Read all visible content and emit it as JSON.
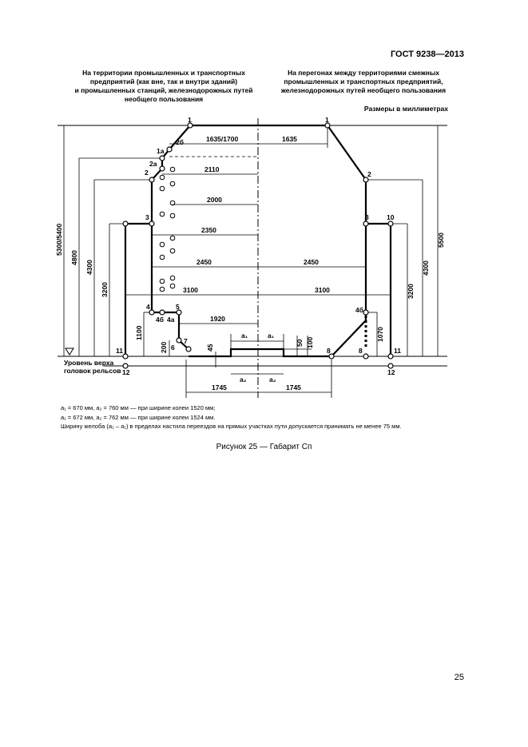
{
  "header": {
    "standard": "ГОСТ 9238—2013"
  },
  "captions": {
    "left": [
      "На территории промышленных и транспортных",
      "предприятий (как вне, так и внутри зданий)",
      "и промышленных станций, железнодорожных путей",
      "необщего пользования"
    ],
    "right": [
      "На перегонах между территориями смежных",
      "промышленных и транспортных предприятий,",
      "железнодорожных путей необщего пользования"
    ],
    "units": "Размеры в миллиметрах"
  },
  "labels": {
    "rail_level": [
      "Уровень верха",
      "головок рельсов"
    ]
  },
  "points": {
    "p1": "1",
    "p1a": "1а",
    "p2": "2",
    "p2a": "2а",
    "p2b": "2б",
    "p3": "3",
    "p4": "4",
    "p4a": "4а",
    "p4b": "4б",
    "p5": "5",
    "p6": "6",
    "p7": "7",
    "p8": "8",
    "p10": "10",
    "p11": "11",
    "p12": "12"
  },
  "dims": {
    "d1635": "1635/1700",
    "d1635r": "1635",
    "d2110": "2110",
    "d2000": "2000",
    "d2350": "2350",
    "d2450l": "2450",
    "d2450r": "2450",
    "d3100l": "3100",
    "d3100r": "3100",
    "d1920": "1920",
    "d1745l": "1745",
    "d1745r": "1745",
    "v5300": "5300/5400",
    "v4800": "4800",
    "v4300l": "4300",
    "v3200l": "3200",
    "v1100": "1100",
    "v200": "200",
    "v45": "45",
    "v5500": "5500",
    "v4300r": "4300",
    "v3200r": "3200",
    "v1070": "1070",
    "v50": "50",
    "v100": "100",
    "a1_top": "a₁",
    "a1_top2": "a₁",
    "a2_bot": "a₂",
    "a2_bot2": "a₂"
  },
  "notes": [
    "a₁ = 670 мм, a₂ = 760 мм — при ширине колеи 1520 мм;",
    "a₁ = 672 мм, a₂ = 762 мм — при ширине колеи 1524 мм.",
    "Ширину желоба (a₂ – a₁) в пределах настила переездов на прямых участках пути допускается принимать не менее 75 мм."
  ],
  "figure_caption": "Рисунок 25 — Габарит Cп",
  "page_number": "25"
}
